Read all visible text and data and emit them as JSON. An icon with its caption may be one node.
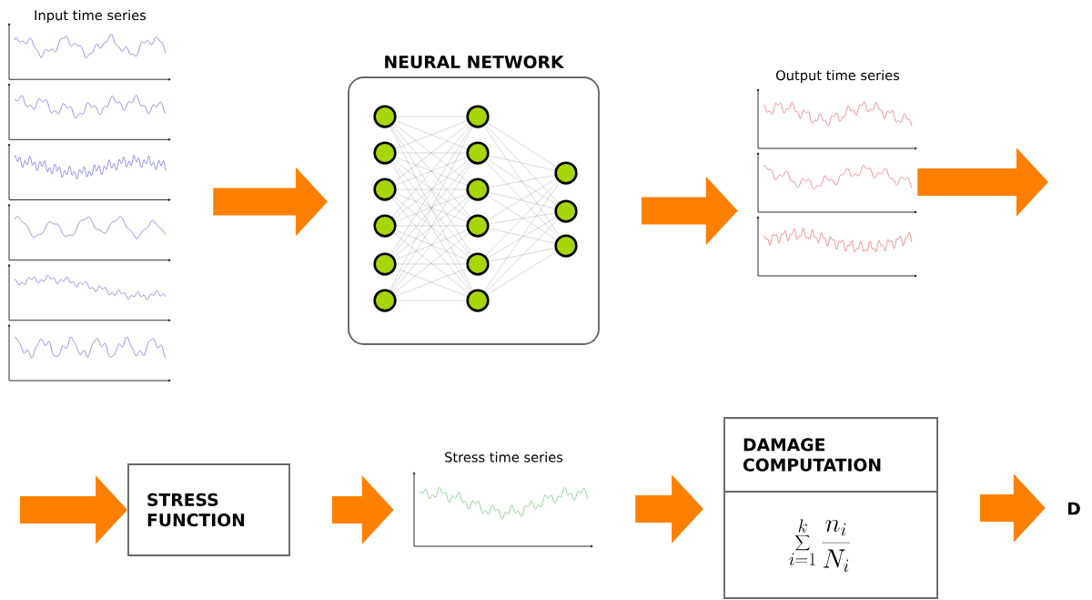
{
  "diagram": {
    "nodes": [
      {
        "text": [
          "Input time series"
        ]
      },
      {
        "text": [
          "NEURAL NETWORK"
        ]
      },
      {
        "text": [
          "Output time series"
        ]
      },
      {
        "text": [
          "STRESS FUNCTION"
        ]
      },
      {
        "text": [
          "Stress time series"
        ]
      },
      {
        "text": [
          "DAMAGE COMPUTATION",
          "\\sum_{i=1}^{k}\\frac{n_i}{N_i}"
        ]
      },
      {
        "text": [
          "D"
        ]
      }
    ],
    "edges": [
      {
        "from": 0,
        "to": 1,
        "arrow": "to"
      },
      {
        "from": 1,
        "to": 2,
        "arrow": "to"
      },
      {
        "from": 2,
        "to": null,
        "arrow": "to"
      },
      {
        "from": null,
        "to": 3,
        "arrow": "to"
      },
      {
        "from": 3,
        "to": 4,
        "arrow": "to"
      },
      {
        "from": 4,
        "to": 5,
        "arrow": "to"
      },
      {
        "from": 5,
        "to": 6,
        "arrow": "to"
      }
    ]
  }
}
